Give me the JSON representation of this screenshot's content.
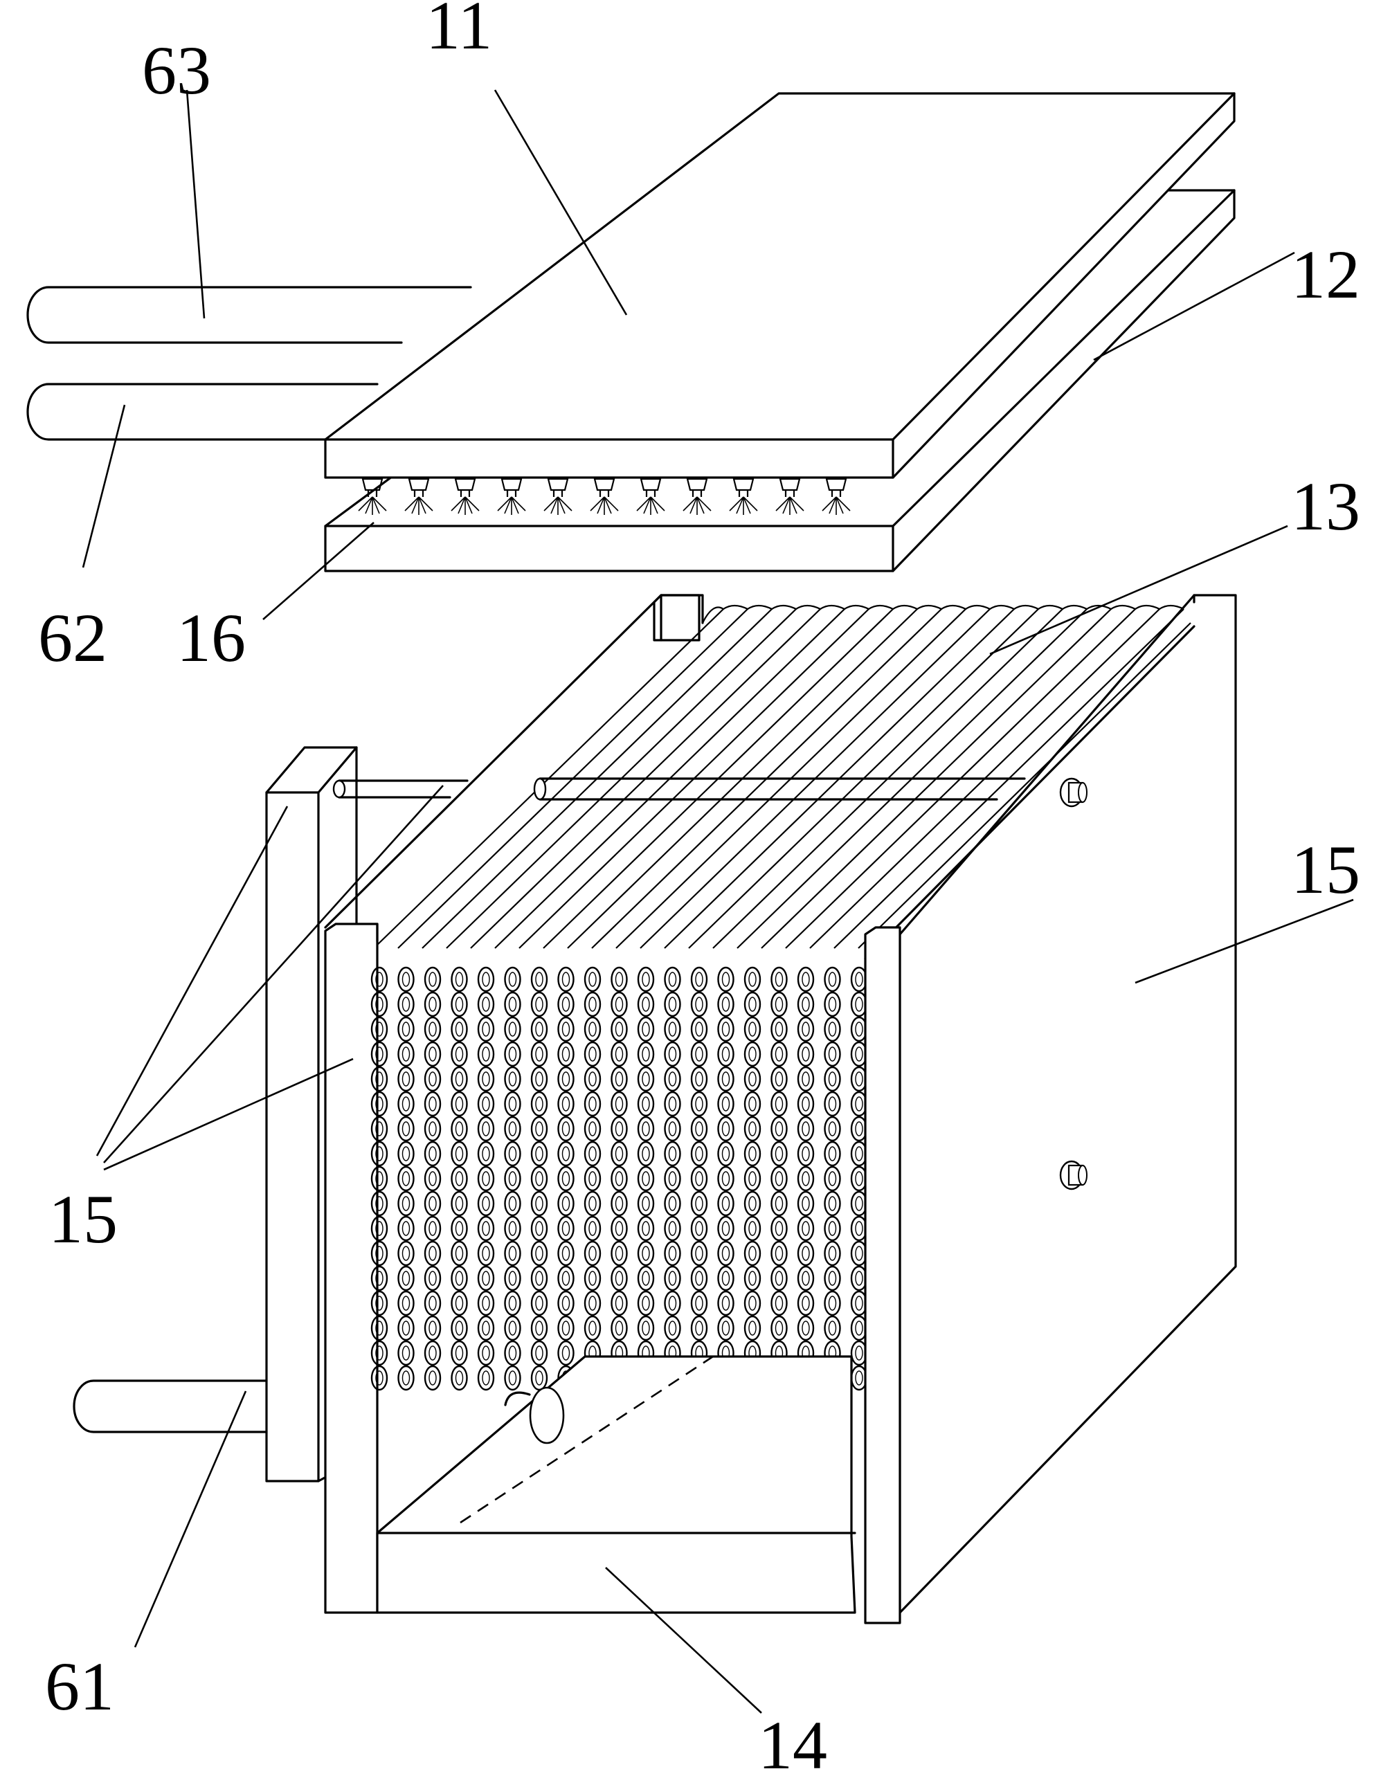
{
  "labels": {
    "l63": "63",
    "l11": "11",
    "l12": "12",
    "l13": "13",
    "l62": "62",
    "l16": "16",
    "l15_right": "15",
    "l15_left": "15",
    "l61": "61",
    "l14": "14"
  }
}
